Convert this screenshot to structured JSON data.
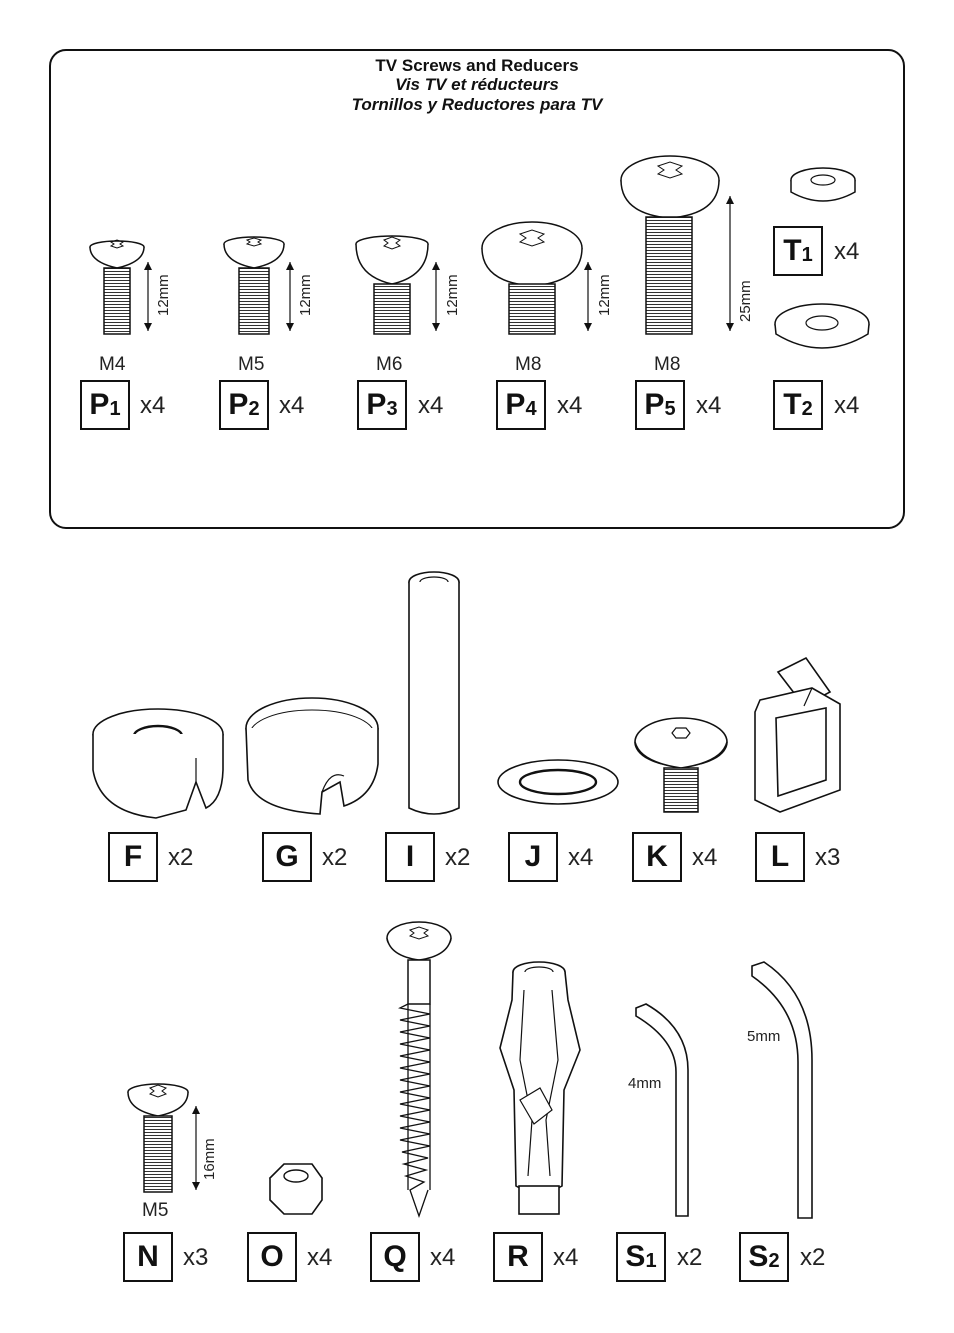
{
  "header": {
    "title_en": "TV Screws and Reducers",
    "title_fr": "Vis TV et réducteurs",
    "title_es": "Tornillos y Reductores para TV"
  },
  "tv_parts": [
    {
      "id": "P",
      "sub": "1",
      "qty": "x4",
      "size": "M4",
      "length": "12mm"
    },
    {
      "id": "P",
      "sub": "2",
      "qty": "x4",
      "size": "M5",
      "length": "12mm"
    },
    {
      "id": "P",
      "sub": "3",
      "qty": "x4",
      "size": "M6",
      "length": "12mm"
    },
    {
      "id": "P",
      "sub": "4",
      "qty": "x4",
      "size": "M8",
      "length": "12mm"
    },
    {
      "id": "P",
      "sub": "5",
      "qty": "x4",
      "size": "M8",
      "length": "25mm"
    },
    {
      "id": "T",
      "sub": "1",
      "qty": "x4"
    },
    {
      "id": "T",
      "sub": "2",
      "qty": "x4"
    }
  ],
  "row2": [
    {
      "id": "F",
      "qty": "x2"
    },
    {
      "id": "G",
      "qty": "x2"
    },
    {
      "id": "I",
      "qty": "x2"
    },
    {
      "id": "J",
      "qty": "x4"
    },
    {
      "id": "K",
      "qty": "x4"
    },
    {
      "id": "L",
      "qty": "x3"
    }
  ],
  "row3": [
    {
      "id": "N",
      "qty": "x3",
      "size": "M5",
      "length": "16mm"
    },
    {
      "id": "O",
      "qty": "x4"
    },
    {
      "id": "Q",
      "qty": "x4"
    },
    {
      "id": "R",
      "qty": "x4"
    },
    {
      "id": "S",
      "sub": "1",
      "qty": "x2",
      "size": "4mm"
    },
    {
      "id": "S",
      "sub": "2",
      "qty": "x2",
      "size": "5mm"
    }
  ],
  "colors": {
    "ink": "#111111",
    "fill": "#ffffff",
    "shade": "#d8d8d8"
  }
}
